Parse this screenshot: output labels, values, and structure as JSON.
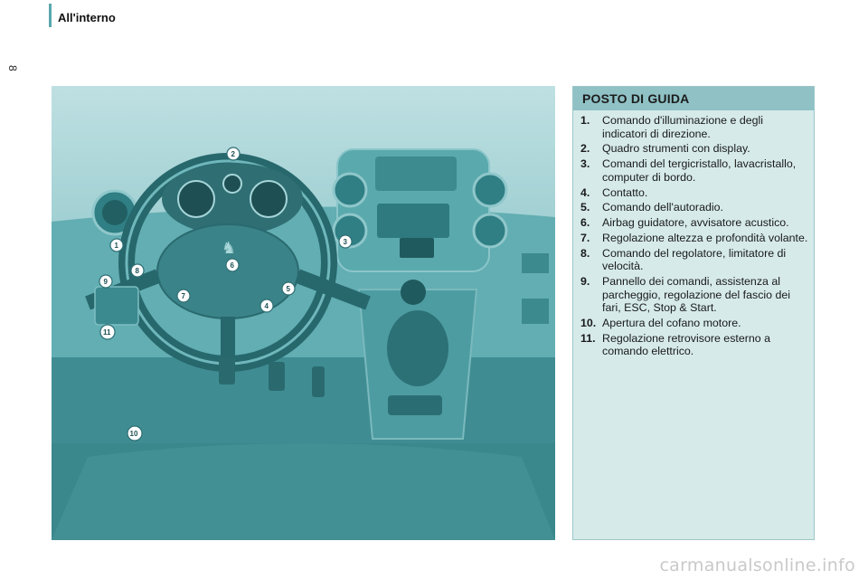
{
  "header": {
    "title": "All'interno"
  },
  "page_number": "8",
  "panel": {
    "title": "POSTO DI GUIDA",
    "items": [
      {
        "num": "1.",
        "text": "Comando d'illuminazione e degli indicatori di direzione."
      },
      {
        "num": "2.",
        "text": "Quadro strumenti con display."
      },
      {
        "num": "3.",
        "text": "Comandi del tergicristallo, lavacristallo, computer di bordo."
      },
      {
        "num": "4.",
        "text": "Contatto."
      },
      {
        "num": "5.",
        "text": "Comando dell'autoradio."
      },
      {
        "num": "6.",
        "text": "Airbag guidatore, avvisatore acustico."
      },
      {
        "num": "7.",
        "text": "Regolazione altezza e profondità volante."
      },
      {
        "num": "8.",
        "text": "Comando del regolatore, limitatore di velocità."
      },
      {
        "num": "9.",
        "text": "Pannello dei comandi, assistenza al parcheggio, regolazione del fascio dei fari, ESC, Stop & Start."
      },
      {
        "num": "10.",
        "text": "Apertura del cofano motore."
      },
      {
        "num": "11.",
        "text": "Regolazione retrovisore esterno a comando elettrico."
      }
    ]
  },
  "callouts": [
    "1",
    "2",
    "3",
    "4",
    "5",
    "6",
    "7",
    "8",
    "9",
    "10",
    "11"
  ],
  "watermark": "carmanualsonline.info",
  "colors": {
    "accent": "#5aa7ad",
    "panel_bg": "#d6eaea",
    "panel_title_bg": "#8fc1c5",
    "illustration_bg": "#4f9ea3"
  }
}
